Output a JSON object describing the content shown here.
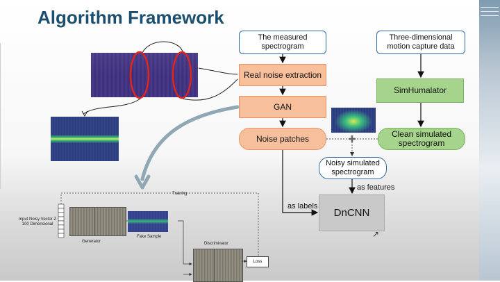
{
  "slide": {
    "title": "Algorithm Framework"
  },
  "nodes": {
    "measured": "The measured spectrogram",
    "mocap": "Three-dimensional motion capture data",
    "noise_extraction": "Real noise extraction",
    "simhumalator": "SimHumalator",
    "gan": "GAN",
    "noise_patches": "Noise patches",
    "clean_sim": "Clean simulated spectrogram",
    "noisy_sim": "Noisy simulated spectrogram",
    "dncnn": "DnCNN"
  },
  "edge_labels": {
    "as_labels": "as labels",
    "as_features": "as features"
  },
  "gan_diagram": {
    "training": "Training",
    "input": "Input Noisy Vector Z 100 Dimensional",
    "generator": "Generator",
    "fake_sample": "Fake Sample",
    "discriminator": "Discriminator",
    "loss": "Loss"
  },
  "colors": {
    "title": "#1c4f6f",
    "orange_fill": "#f7bf9c",
    "green_fill": "#a7d48c",
    "box_border": "#2e66a3",
    "highlight_ellipse": "#e0251b",
    "curved_arrow": "#8fa8b4"
  }
}
